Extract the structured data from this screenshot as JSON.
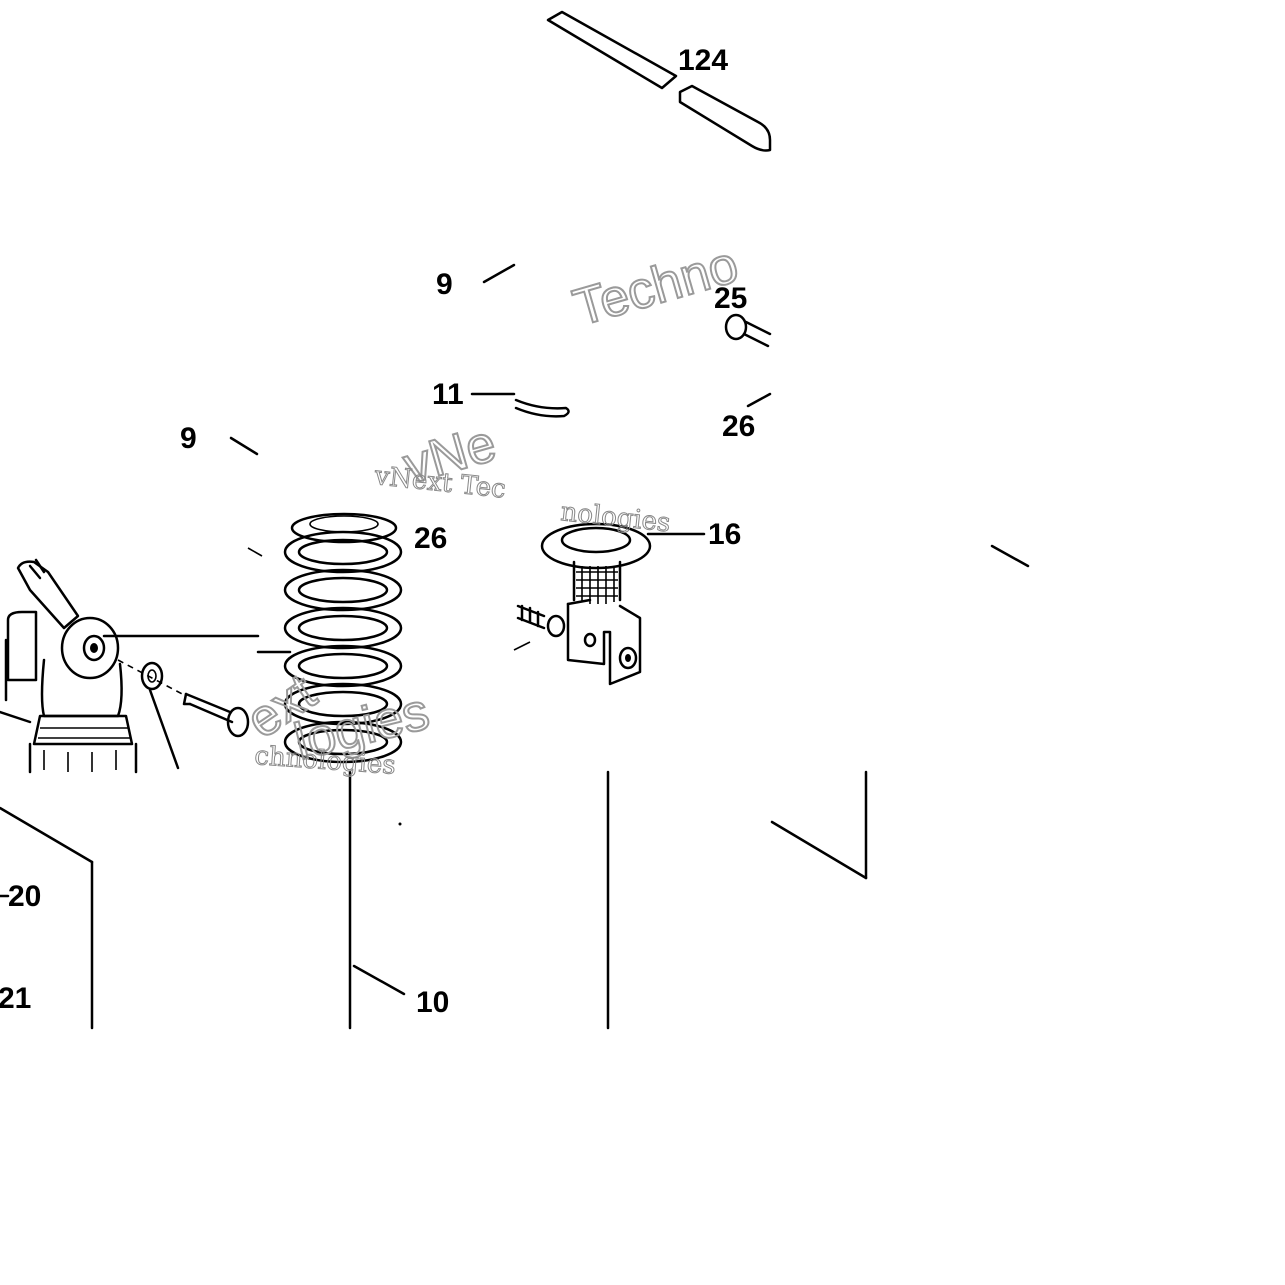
{
  "diagram": {
    "callouts": [
      {
        "id": "124",
        "text": "124"
      },
      {
        "id": "9a",
        "text": "9"
      },
      {
        "id": "25",
        "text": "25"
      },
      {
        "id": "11",
        "text": "11"
      },
      {
        "id": "26a",
        "text": "26"
      },
      {
        "id": "9b",
        "text": "9"
      },
      {
        "id": "26b",
        "text": "26"
      },
      {
        "id": "16",
        "text": "16"
      },
      {
        "id": "20",
        "text": "20"
      },
      {
        "id": "21",
        "text": "21"
      },
      {
        "id": "10",
        "text": "10"
      }
    ],
    "watermark": {
      "brand_a": "vNext Tec",
      "brand_b": "Techno",
      "brand_c": "vNe",
      "brand_d": "nologies",
      "brand_e": "ext",
      "brand_f": "logies",
      "brand_g": "chnologies"
    }
  }
}
